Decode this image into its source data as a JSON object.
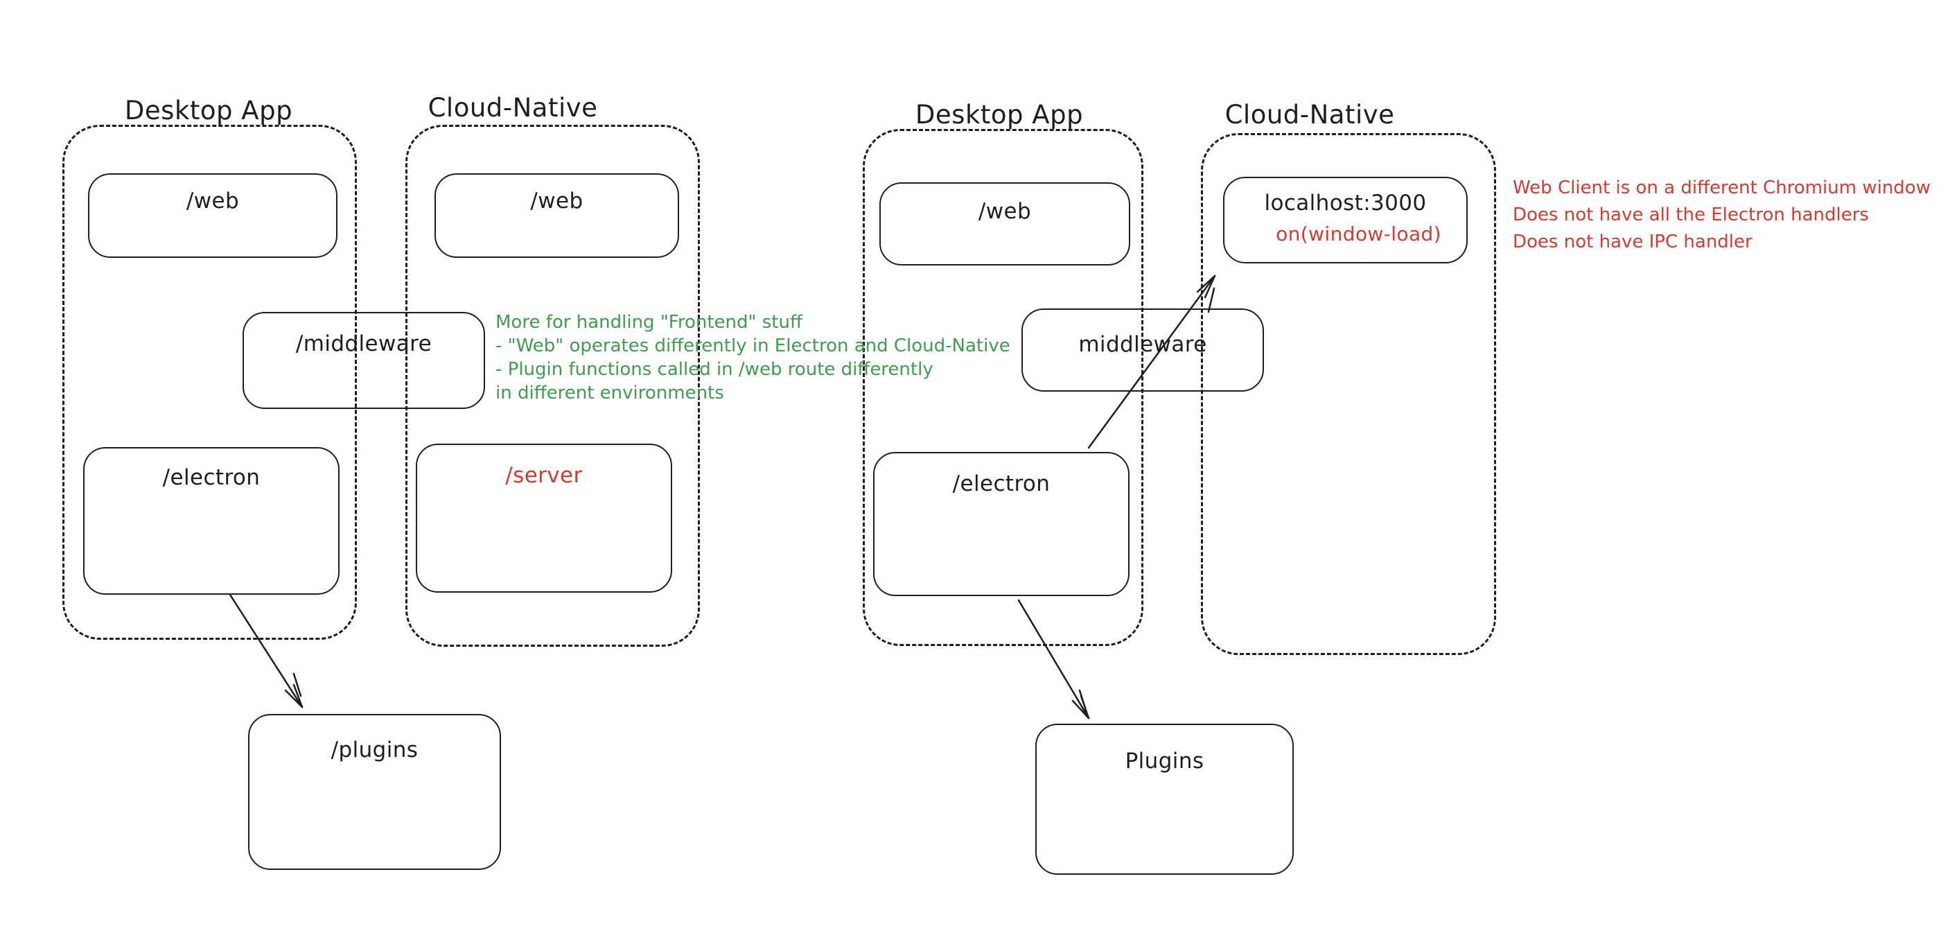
{
  "diagram": {
    "left": {
      "desktop_title": "Desktop App",
      "cloud_title": "Cloud-Native",
      "web_desktop": "/web",
      "web_cloud": "/web",
      "middleware": "/middleware",
      "electron": "/electron",
      "server": "/server",
      "plugins": "/plugins"
    },
    "right": {
      "desktop_title": "Desktop App",
      "cloud_title": "Cloud-Native",
      "web": "/web",
      "middleware": "middleware",
      "electron": "/electron",
      "localhost": "localhost:3000",
      "window_load": "on(window-load)",
      "plugins": "Plugins"
    },
    "notes": {
      "green": {
        "line1": "More for handling \"Frontend\" stuff",
        "line2": "- \"Web\" operates differently in Electron and Cloud-Native",
        "line3": "- Plugin functions called in /web route differently",
        "line4": "in different environments"
      },
      "red": {
        "line1": "Web Client is on a different Chromium window",
        "line2": "Does not have all the Electron handlers",
        "line3": "Does not have IPC handler"
      }
    },
    "colors": {
      "ink": "#1e1e1e",
      "red": "#d23b31",
      "green": "#3f9b4f",
      "background": "#ffffff"
    }
  }
}
